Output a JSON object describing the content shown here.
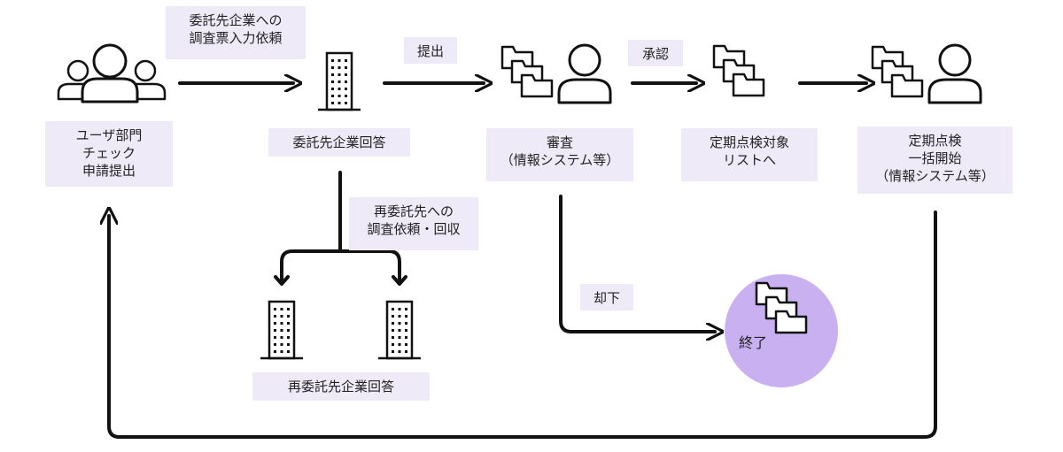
{
  "nodes": {
    "user_dept": "ユーザ部門\nチェック\n申請提出",
    "contractor": "委託先企業回答",
    "review": "審査\n（情報システム等）",
    "inspection_list": "定期点検対象\nリストへ",
    "inspection_start": "定期点検\n一括開始\n（情報システム等）",
    "subcontractor": "再委託先企業回答",
    "end": "終了"
  },
  "edges": {
    "request_input": "委託先企業への\n調査票入力依頼",
    "submit": "提出",
    "approve": "承認",
    "subcontract_request": "再委託先への\n調査依頼・回収",
    "reject": "却下"
  },
  "colors": {
    "label_bg": "#efeaf8",
    "end_circle": "#c9b1f1",
    "stroke": "#111111"
  },
  "icons": [
    "users-group-icon",
    "office-building-icon",
    "folders-person-icon",
    "folders-icon"
  ]
}
